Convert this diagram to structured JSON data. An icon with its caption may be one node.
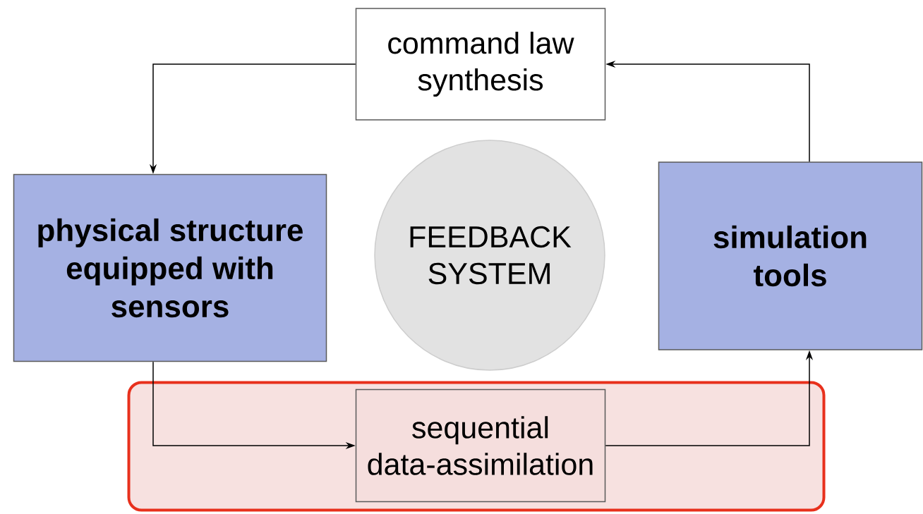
{
  "diagram": {
    "nodes": [
      {
        "text": [
          "command law synthesis"
        ]
      },
      {
        "text": [
          "physical structure equipped with sensors"
        ]
      },
      {
        "text": [
          "FEEDBACK SYSTEM"
        ]
      },
      {
        "text": [
          "simulation tools"
        ]
      },
      {
        "text": [],
        "shape": "box"
      },
      {
        "text": [
          "sequential data-assimilation"
        ],
        "in": 4
      }
    ],
    "edges": [
      {
        "from": 0,
        "to": 1,
        "arrow": "to"
      },
      {
        "from": 1,
        "to": 5,
        "arrow": "to"
      },
      {
        "from": 5,
        "to": 3,
        "arrow": "to"
      },
      {
        "from": 3,
        "to": 0,
        "arrow": "to"
      }
    ]
  }
}
